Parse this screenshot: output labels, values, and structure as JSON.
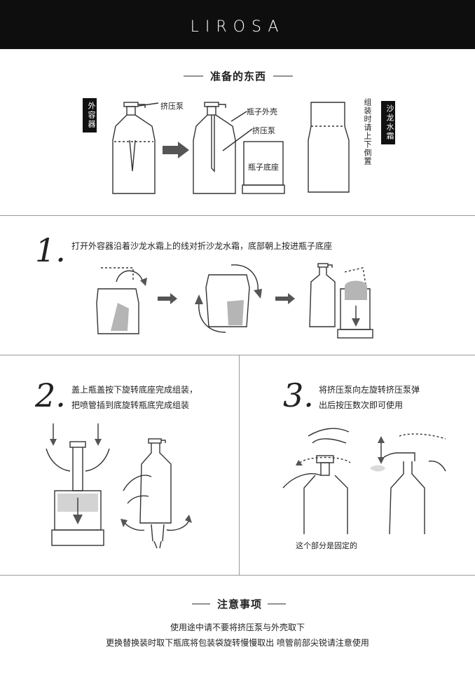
{
  "header": {
    "brand": "LIROSA"
  },
  "prep": {
    "title": "准备的东西",
    "outer_container_label": "外容器",
    "pump_label": "挤压泵",
    "shell_label": "瓶子外壳",
    "pump_label_2": "挤压泵",
    "base_label": "瓶子底座",
    "refill_label": "沙龙水霜",
    "refill_note": "组装时请上下倒置"
  },
  "step1": {
    "number": "1.",
    "text": "打开外容器沿着沙龙水霜上的线对折沙龙水霜，底部朝上按进瓶子底座"
  },
  "step2": {
    "number": "2.",
    "line1": "盖上瓶盖按下旋转底座完成组装，",
    "line2": "把喷管插到底旋转瓶底完成组装"
  },
  "step3": {
    "number": "3.",
    "line1": "将挤压泵向左旋转挤压泵弹",
    "line2": "出后按压数次即可使用",
    "fixed_note": "这个部分是固定的"
  },
  "notes": {
    "title": "注意事项",
    "line1": "使用途中请不要将挤压泵与外壳取下",
    "line2": "更换替换装时取下瓶底将包装袋旋转慢慢取出 喷管前部尖锐请注意使用"
  },
  "colors": {
    "header_bg": "#0e0e0e",
    "brand_text": "#ffffff",
    "refill_fill": "#b5b5b5"
  }
}
